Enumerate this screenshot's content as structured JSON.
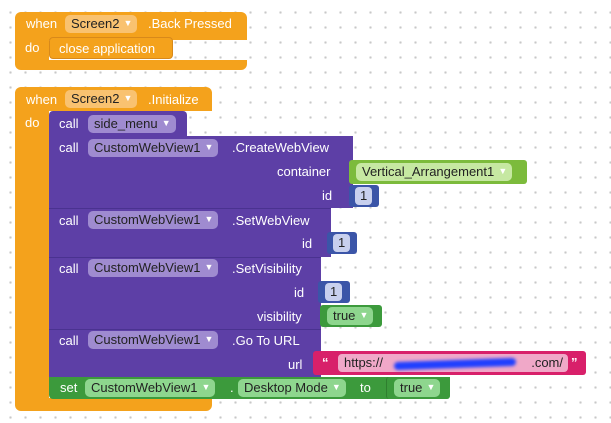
{
  "event1": {
    "when": "when",
    "component": "Screen2",
    "event": ".Back Pressed",
    "do": "do",
    "statement": "close application"
  },
  "event2": {
    "when": "when",
    "component": "Screen2",
    "event": ".Initialize",
    "do": "do",
    "call1": {
      "call": "call",
      "procedure": "side_menu"
    },
    "call2": {
      "call": "call",
      "component": "CustomWebView1",
      "method": ".CreateWebView",
      "arg_container": "container",
      "container_value": "Vertical_Arrangement1",
      "arg_id": "id",
      "id_value": "1"
    },
    "call3": {
      "call": "call",
      "component": "CustomWebView1",
      "method": ".SetWebView",
      "arg_id": "id",
      "id_value": "1"
    },
    "call4": {
      "call": "call",
      "component": "CustomWebView1",
      "method": ".SetVisibility",
      "arg_id": "id",
      "id_value": "1",
      "arg_visibility": "visibility",
      "visibility_value": "true"
    },
    "call5": {
      "call": "call",
      "component": "CustomWebView1",
      "method": ".Go To URL",
      "arg_url": "url",
      "quote_open": "“",
      "url_value": "https://",
      "url_suffix": ".com/",
      "quote_close": "”"
    },
    "set1": {
      "set": "set",
      "component": "CustomWebView1",
      "dot": ".",
      "property": "Desktop Mode",
      "to": "to",
      "value": "true"
    }
  },
  "icons": {
    "dropdown": "dropdown-arrow-icon"
  }
}
